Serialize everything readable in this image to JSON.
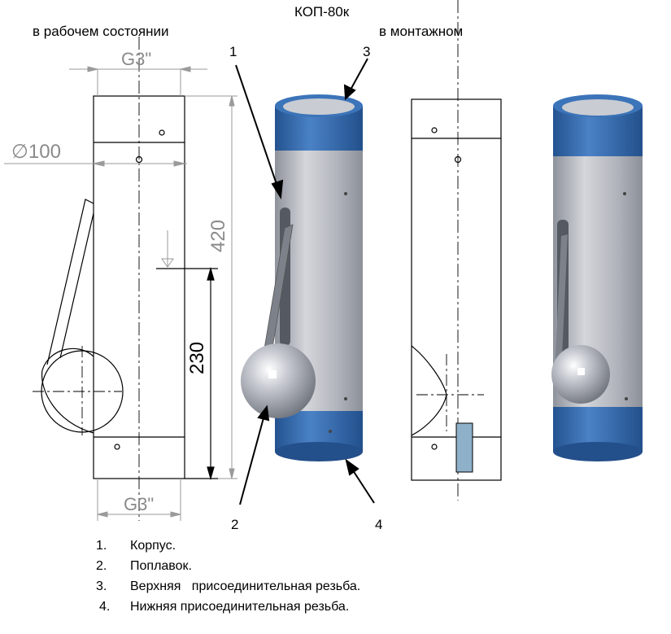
{
  "title": "КОП-80к",
  "views": {
    "working": "в рабочем состоянии",
    "mounting": "в монтажном"
  },
  "dimensions": {
    "thread_top": "G3\"",
    "thread_bottom": "G3\"",
    "diameter": "∅100",
    "height": "420",
    "float_height": "230"
  },
  "callouts": [
    "1",
    "2",
    "3",
    "4"
  ],
  "legend": [
    {
      "num": "1.",
      "text": "Корпус."
    },
    {
      "num": "2.",
      "text": "Поплавок."
    },
    {
      "num": "3.",
      "text": "Верхняя   присоединительная резьба."
    },
    {
      "num": "4.",
      "text": "Нижняя присоединительная резьба."
    }
  ],
  "colors": {
    "thread": "#2f64a8",
    "body": "#b6b9c0",
    "line": "#000000",
    "dim": "#9a9a9a",
    "block": "#8fb0c9"
  }
}
